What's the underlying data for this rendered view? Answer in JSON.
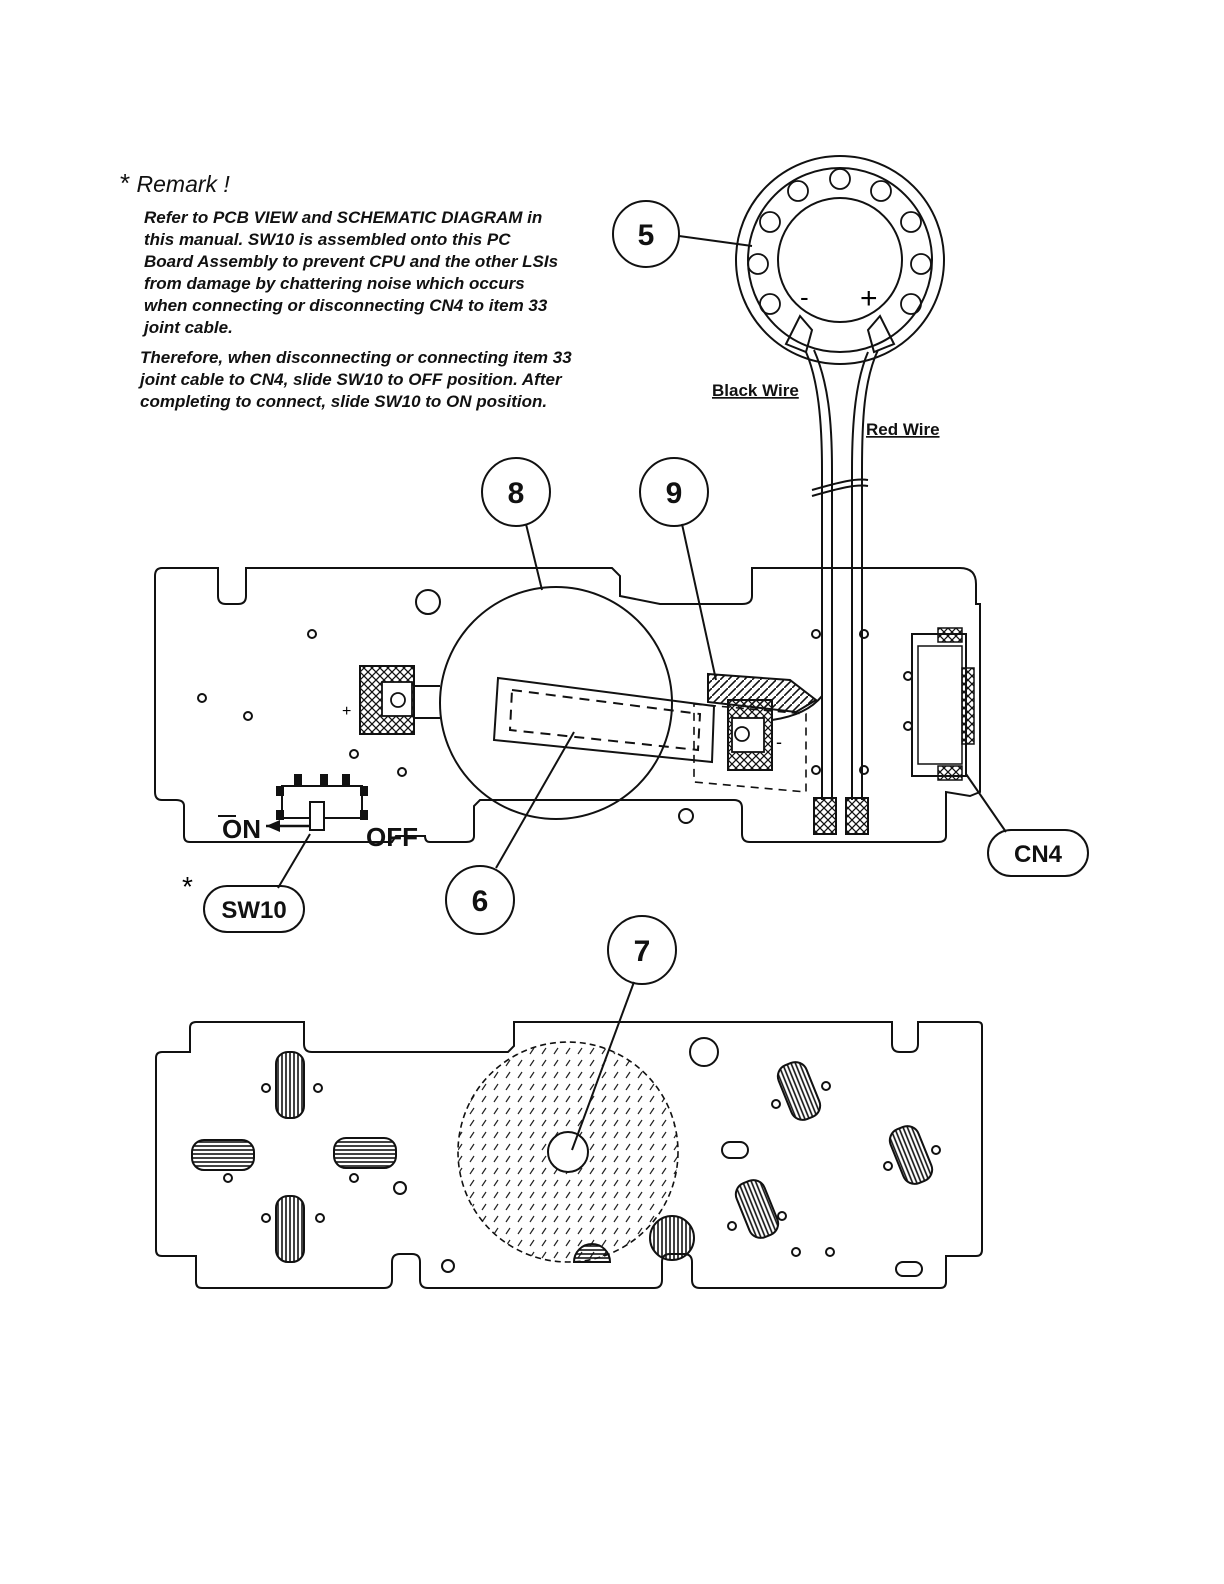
{
  "remark": {
    "marker": "*",
    "title": "Remark !",
    "paragraph1": "Refer to PCB VIEW and SCHEMATIC DIAGRAM in this manual. SW10 is assembled onto this PC Board Assembly to prevent CPU and the other LSIs from damage by chattering noise which occurs when connecting or disconnecting CN4 to item 33 joint cable.",
    "paragraph2": "Therefore, when disconnecting or connecting item 33 joint cable to CN4, slide SW10 to OFF position. After completing to connect, slide SW10 to ON position."
  },
  "callouts": {
    "item5": "5",
    "item6": "6",
    "item7": "7",
    "item8": "8",
    "item9": "9",
    "cn4": "CN4",
    "sw10": "SW10",
    "sw10_marker": "*"
  },
  "wires": {
    "black": "Black Wire",
    "red": "Red Wire"
  },
  "switch": {
    "on": "ON",
    "off": "OFF"
  },
  "polarity": {
    "minus": "-",
    "plus": "+"
  }
}
